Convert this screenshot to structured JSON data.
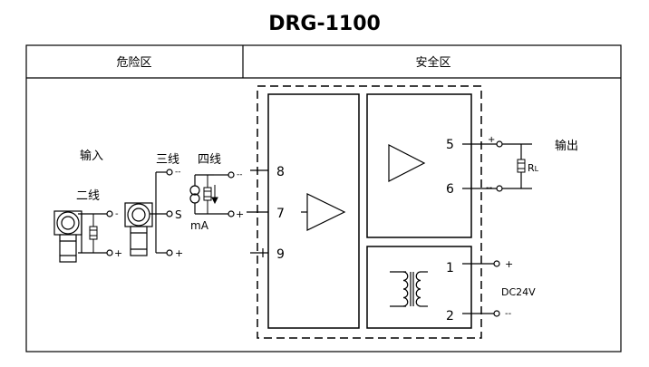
{
  "title": "DRG-1100",
  "zones": {
    "hazardous": "危险区",
    "safe": "安全区"
  },
  "labels": {
    "input": "输入",
    "output": "输出",
    "two_wire": "二线",
    "three_wire": "三线",
    "four_wire": "四线",
    "ma": "mA",
    "s": "S",
    "plus_ma_left": "+",
    "plus_4w": "+",
    "plus_2w": "+",
    "plus_3w": "+",
    "minus_2w": "-",
    "minus_3w": "--",
    "minus_4w": "--",
    "out_plus": "+",
    "out_minus": "--",
    "rl": "R",
    "rl_sub": "L",
    "dc_plus": "+",
    "dc_minus": "--",
    "dc24v": "DC24V"
  },
  "terminals": {
    "t5": "5",
    "t6": "6",
    "t7": "7",
    "t8": "8",
    "t9": "9",
    "t1": "1",
    "t2": "2"
  }
}
